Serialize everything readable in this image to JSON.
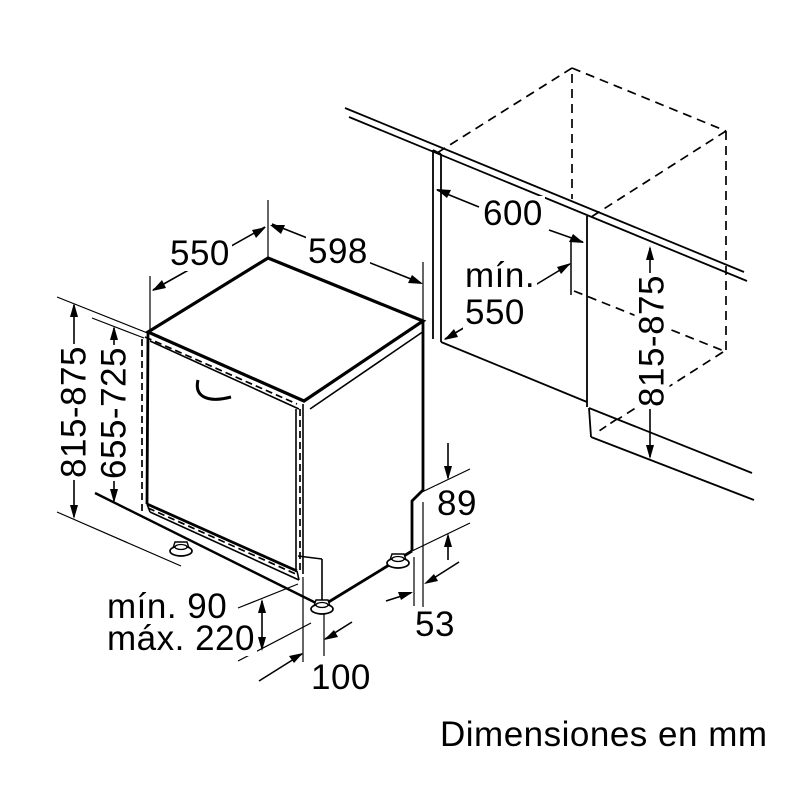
{
  "colors": {
    "line": "#000000",
    "background": "#ffffff"
  },
  "caption": "Dimensiones en mm",
  "labels": {
    "depth_top": "550",
    "width_top": "598",
    "niche_width": "600",
    "niche_depth_line1": "mín.",
    "niche_depth_line2": "550",
    "height_left": "815-875",
    "door_panel_height": "655-725",
    "height_right": "815-875",
    "rear_step_height": "89",
    "rear_step_depth": "53",
    "plinth_min": "mín. 90",
    "plinth_max": "máx. 220",
    "foot_setback": "100"
  }
}
